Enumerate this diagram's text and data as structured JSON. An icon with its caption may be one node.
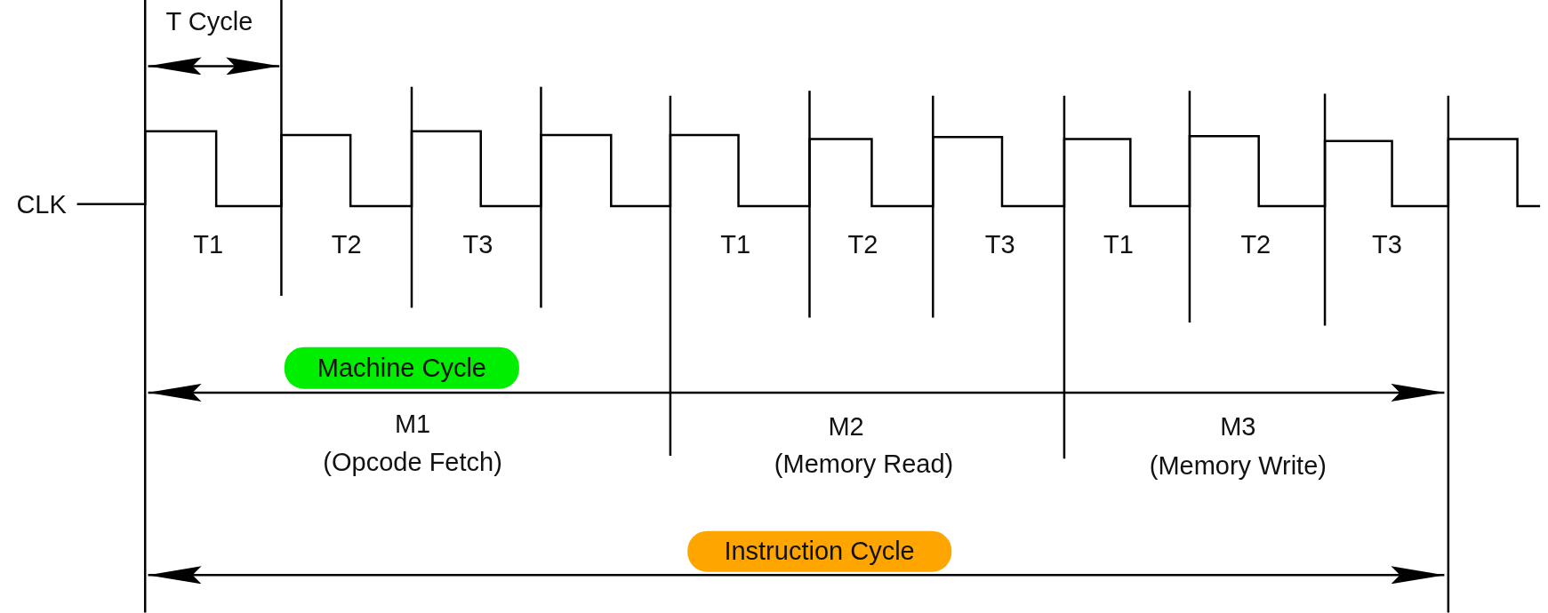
{
  "diagram": {
    "nodes": [
      {
        "text": [
          "Machine Cycle"
        ]
      },
      {
        "text": [
          "Instruction Cycle"
        ]
      }
    ],
    "labels": [
      "T Cycle",
      "CLK",
      "T1",
      "T2",
      "T3",
      "T1",
      "T2",
      "T3",
      "T1",
      "T2",
      "T3",
      "M1",
      "(Opcode Fetch)",
      "M2",
      "(Memory Read)",
      "M3",
      "(Memory Write)"
    ]
  }
}
